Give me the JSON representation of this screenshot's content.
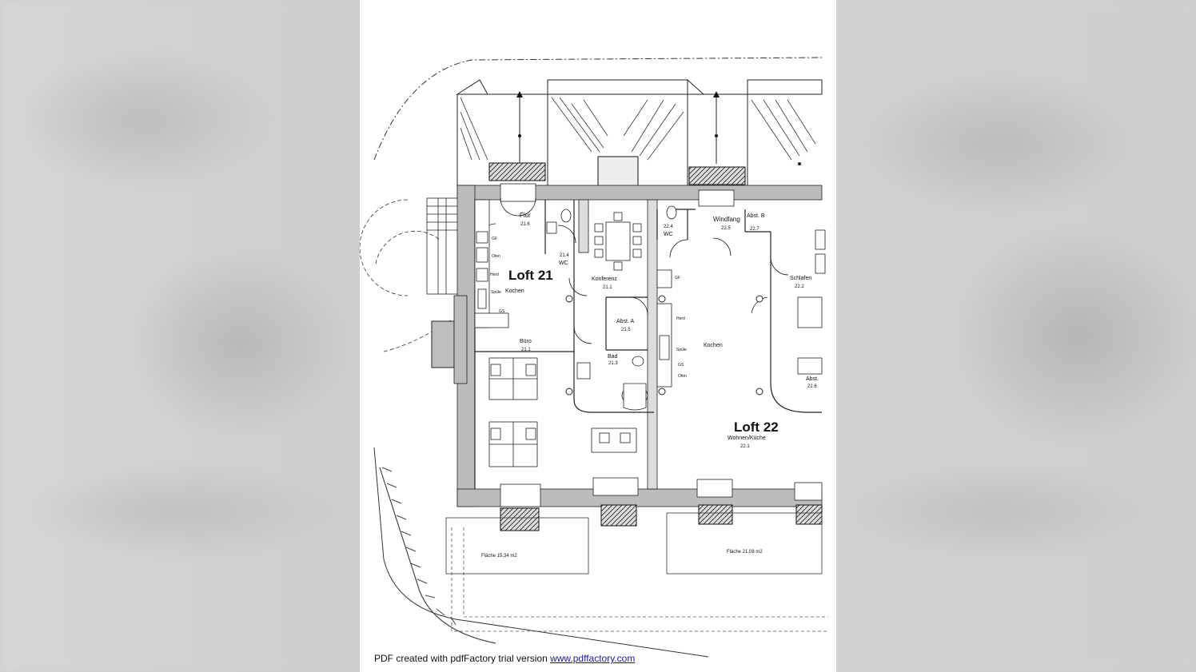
{
  "plan": {
    "units": [
      {
        "id": "loft21",
        "name": "Loft 21"
      },
      {
        "id": "loft22",
        "name": "Loft 22"
      }
    ],
    "rooms": {
      "flur": {
        "name": "Flur",
        "num": "21.6"
      },
      "wc21": {
        "name": "WC",
        "num": "21.4"
      },
      "konferenz": {
        "name": "Konferenz",
        "num": "21.1"
      },
      "kochen21": {
        "name": "Kochen"
      },
      "buero": {
        "name": "Büro",
        "num": "21.1"
      },
      "abst_a": {
        "name": "Abst. A",
        "num": "21.5"
      },
      "bad": {
        "name": "Bad",
        "num": "21.3"
      },
      "wc22": {
        "name": "WC",
        "num": "22.4"
      },
      "windfang": {
        "name": "Windfang",
        "num": "22.5"
      },
      "abst_b": {
        "name": "Abst. B",
        "num": "22.7"
      },
      "schlafen": {
        "name": "Schlafen",
        "num": "22.2"
      },
      "kochen22": {
        "name": "Kochen"
      },
      "abst22": {
        "name": "Abst.",
        "num": "22.6"
      },
      "wohnen": {
        "name": "Wohnen/Küche",
        "num": "22.1"
      }
    },
    "appliances": {
      "gf1": "GF",
      "ofen1": "Ofen",
      "herd1": "Herd",
      "spuele1": "Spüle",
      "gs1": "GS",
      "gf2": "GF",
      "herd2": "Herd",
      "spuele2": "Spüle",
      "gs2": "GS",
      "ofen2": "Ofen"
    },
    "terraces": [
      {
        "label": "Fläche 15,34 m2"
      },
      {
        "label": "Fläche 21,08 m2"
      }
    ]
  },
  "footer": {
    "text": "PDF created with pdfFactory trial version ",
    "link": "www.pdffactory.com"
  }
}
